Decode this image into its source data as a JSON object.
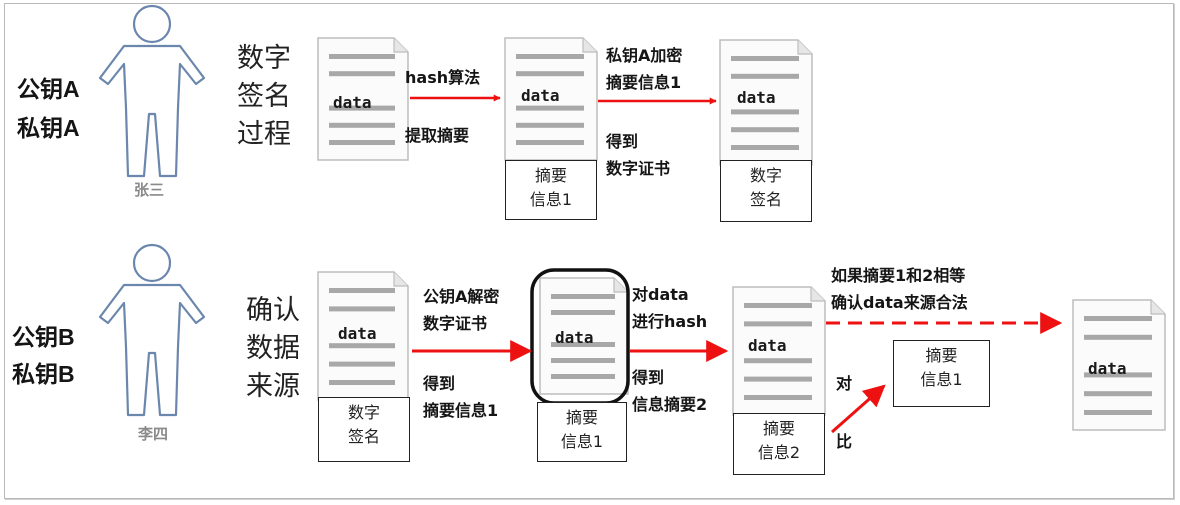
{
  "person_top": {
    "name": "张三",
    "key_line1": "公钥A",
    "key_line2": "私钥A"
  },
  "person_bottom": {
    "name": "李四",
    "key_line1": "公钥B",
    "key_line2": "私钥B"
  },
  "process_top": {
    "line1": "数字",
    "line2": "签名",
    "line3": "过程"
  },
  "process_bottom": {
    "line1": "确认",
    "line2": "数据",
    "line3": "来源"
  },
  "doc_label": "data",
  "top_row": {
    "step1_above": "hash算法",
    "step1_below": "提取摘要",
    "step2_above_1": "私钥A加密",
    "step2_above_2": "摘要信息1",
    "step2_below_1": "得到",
    "step2_below_2": "数字证书",
    "box_digest": {
      "line1": "摘要",
      "line2": "信息1"
    },
    "box_signature": {
      "line1": "数字",
      "line2": "签名"
    }
  },
  "bottom_row": {
    "step1_above_1": "公钥A解密",
    "step1_above_2": "数字证书",
    "step1_below_1": "得到",
    "step1_below_2": "摘要信息1",
    "step2_above_1": "对data",
    "step2_above_2": "进行hash",
    "step2_below_1": "得到",
    "step2_below_2": "信息摘要2",
    "result_1": "如果摘要1和2相等",
    "result_2": "确认data来源合法",
    "compare_1": "对",
    "compare_2": "比",
    "box_signature": {
      "line1": "数字",
      "line2": "签名"
    },
    "box_digest1": {
      "line1": "摘要",
      "line2": "信息1"
    },
    "box_digest2": {
      "line1": "摘要",
      "line2": "信息2"
    },
    "box_compare": {
      "line1": "摘要",
      "line2": "信息1"
    }
  },
  "colors": {
    "arrow": "#ee1111",
    "doc_line": "#a8a8a8",
    "doc_edge": "#bdbdbd",
    "figure": "#6b87ad"
  }
}
